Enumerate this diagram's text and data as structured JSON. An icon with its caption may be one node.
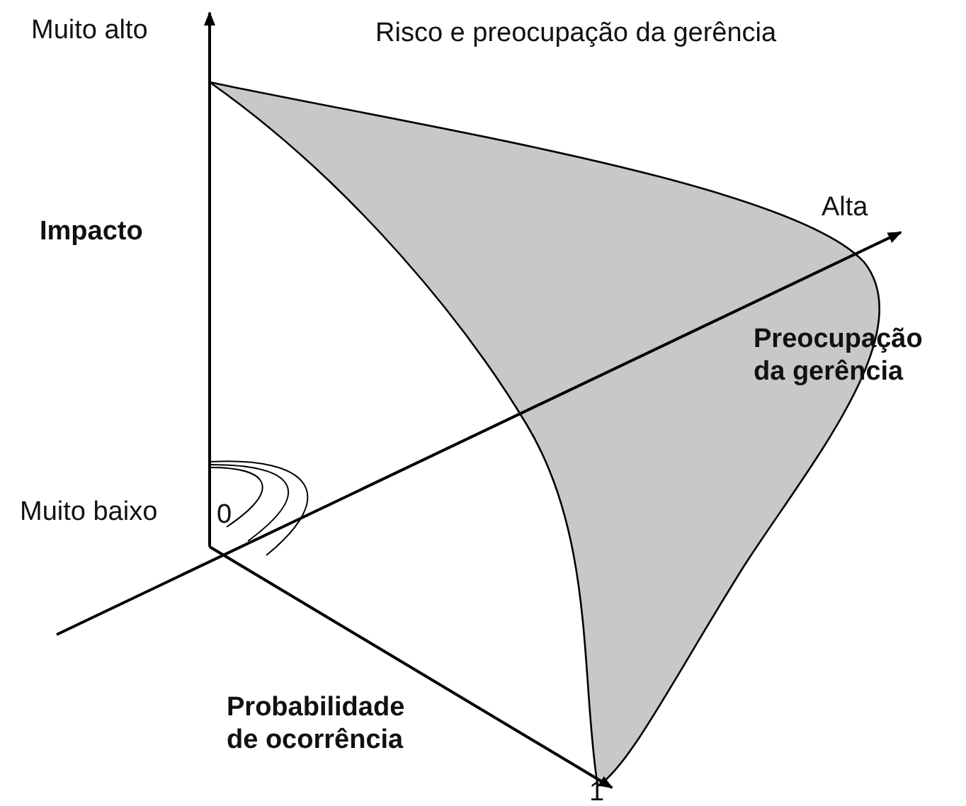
{
  "diagram": {
    "title": "Risco e preocupação da gerência",
    "labels": [
      "Muito alto",
      "Alta",
      "Impacto",
      "Preocupação da gerência",
      "Muito baixo",
      "0",
      "Probabilidade de ocorrência",
      "1"
    ]
  }
}
